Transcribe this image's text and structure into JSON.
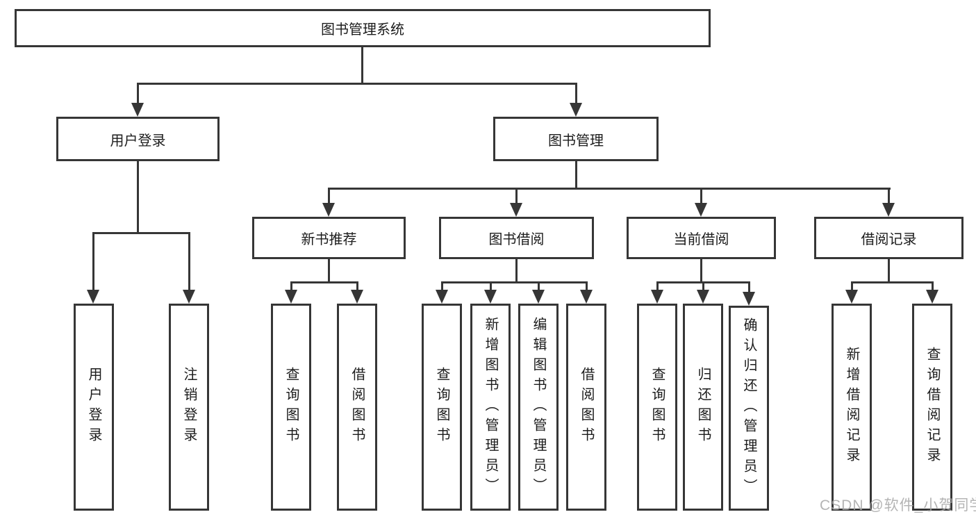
{
  "diagram_title": "图书管理系统",
  "tree": {
    "root": {
      "label": "图书管理系统"
    },
    "branches": [
      {
        "label": "用户登录",
        "children": [
          {
            "label": "用户登录"
          },
          {
            "label": "注销登录"
          }
        ]
      },
      {
        "label": "图书管理",
        "children": [
          {
            "label": "新书推荐",
            "children": [
              {
                "label": "查询图书"
              },
              {
                "label": "借阅图书"
              }
            ]
          },
          {
            "label": "图书借阅",
            "children": [
              {
                "label": "查询图书"
              },
              {
                "label": "新增图书（管理员）"
              },
              {
                "label": "编辑图书（管理员）"
              },
              {
                "label": "借阅图书"
              }
            ]
          },
          {
            "label": "当前借阅",
            "children": [
              {
                "label": "查询图书"
              },
              {
                "label": "归还图书"
              },
              {
                "label": "确认归还（管理员）"
              }
            ]
          },
          {
            "label": "借阅记录",
            "children": [
              {
                "label": "新增借阅记录"
              },
              {
                "label": "查询借阅记录"
              }
            ]
          }
        ]
      }
    ]
  },
  "watermark": "CSDN @软件_小贺同学",
  "colors": {
    "line": "#363636",
    "text": "#1c1c1c",
    "background": "#ffffff",
    "watermark": "#a8a8a8"
  }
}
